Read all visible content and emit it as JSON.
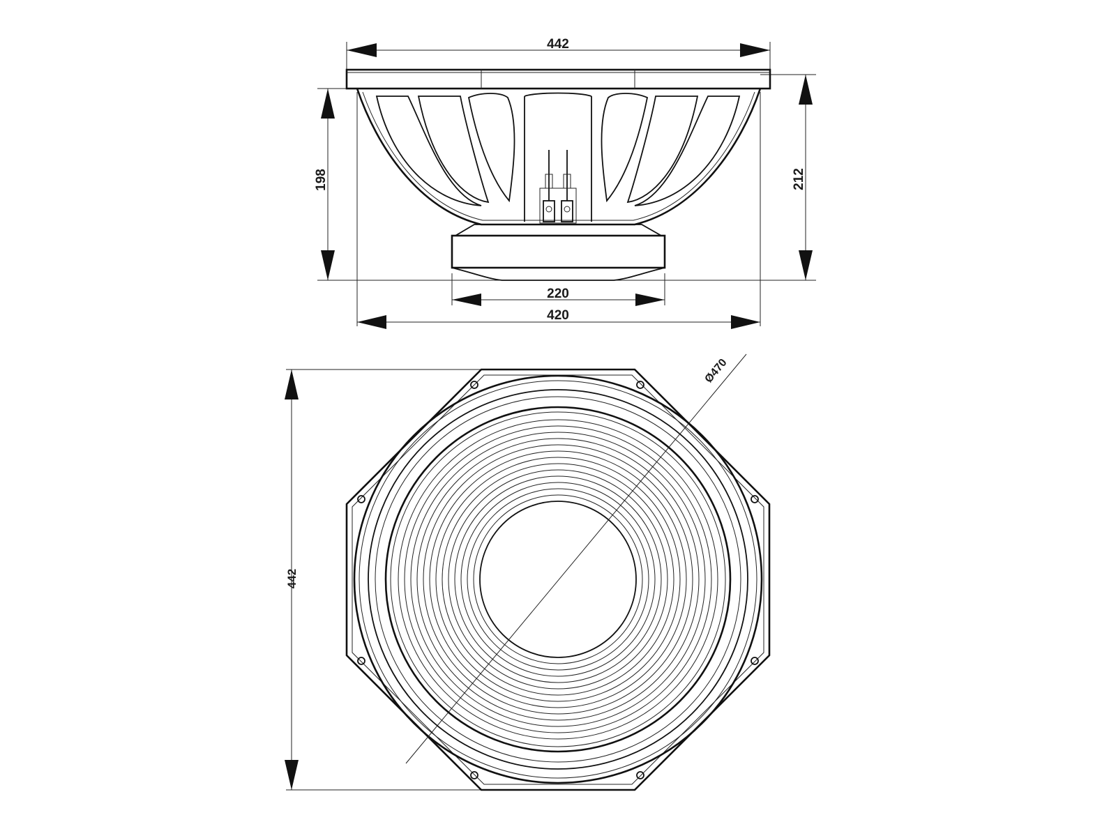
{
  "dimensions": {
    "top_overall_width": "442",
    "frame_depth": "198",
    "overall_depth": "212",
    "magnet_diameter": "220",
    "basket_diameter": "420",
    "front_height": "442",
    "diameter_label": "Ø470"
  },
  "colors": {
    "line": "#1a1a1a",
    "background": "#ffffff"
  }
}
